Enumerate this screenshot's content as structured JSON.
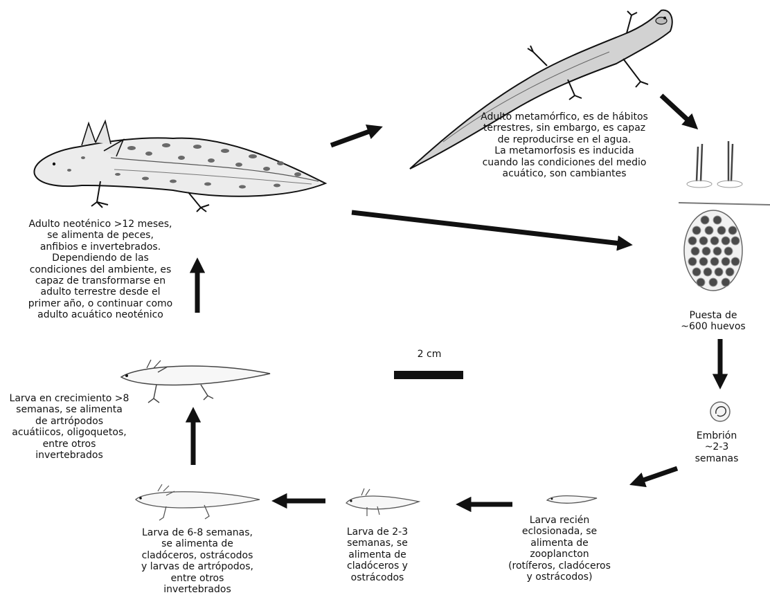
{
  "labels": {
    "neotenic": "Adulto neoténico >12 meses,\nse alimenta de peces,\nanfibios e invertebrados.\nDependiendo de las\ncondiciones del ambiente, es\ncapaz de transformarse en\nadulto terrestre desde el\nprimer año, o continuar como\nadulto acuático neoténico",
    "metamorphic": "Adulto metamórfico, es de hábitos\nterrestres, sin embargo, es capaz\nde reproducirse en el agua.\nLa metamorfosis es inducida\ncuando las condiciones del medio\nacuático, son cambiantes",
    "eggs": "Puesta de\n~600 huevos",
    "embryo": "Embrión\n~2-3\nsemanas",
    "hatchling": "Larva recién\neclosionada, se\nalimenta de\nzooplancton\n(rotíferos, cladóceros\ny ostrácodos)",
    "larva_2_3": "Larva de 2-3\nsemanas, se\nalimenta de\ncladóceros y\nostrácodos",
    "larva_6_8": "Larva de 6-8 semanas,\nse alimenta de\ncladóceros, ostrácodos\ny larvas de artrópodos,\nentre otros\ninvertebrados",
    "larva_growing": "Larva en crecimiento >8\nsemanas, se alimenta\nde artrópodos\nacuátiicos, oligoquetos,\nentre otros\ninvertebrados",
    "scale": "2 cm"
  },
  "colors": {
    "ink": "#111111",
    "skin_light": "#f2f2f2",
    "skin_gray": "#cfcfcf",
    "spots": "#6a6a6a",
    "egg_dark": "#4a4a4a"
  },
  "icons": {
    "neotenic": "axolotl-neotenic-adult-illustration",
    "metamorphic": "terrestrial-salamander-illustration",
    "plants": "aquatic-plant-stems-illustration",
    "eggs": "egg-cluster-illustration",
    "embryo": "embryo-illustration",
    "hatchling": "hatchling-larva-illustration",
    "larva_2_3": "larva-2-3-weeks-illustration",
    "larva_6_8": "larva-6-8-weeks-illustration",
    "larva_growing": "growing-larva-illustration"
  }
}
